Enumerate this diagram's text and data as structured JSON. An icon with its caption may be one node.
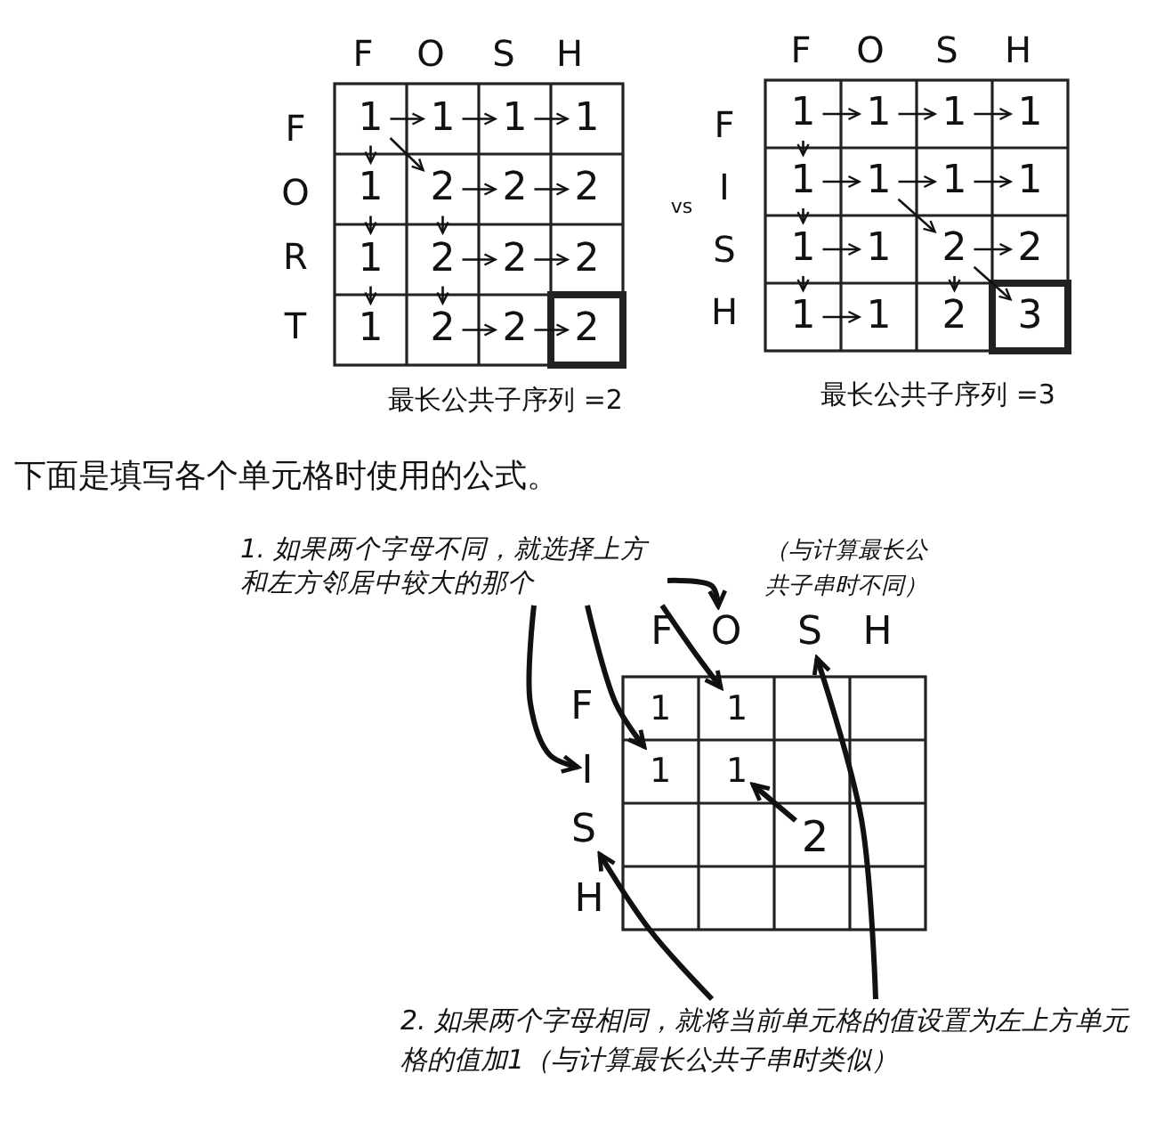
{
  "diagram": {
    "nodes": [
      {
        "text": [
          "1"
        ]
      },
      {
        "text": [
          "1"
        ]
      },
      {
        "text": [
          "1"
        ]
      },
      {
        "text": [
          "1"
        ]
      },
      {
        "text": [
          "1"
        ]
      },
      {
        "text": [
          "2"
        ]
      },
      {
        "text": [
          "2"
        ]
      },
      {
        "text": [
          "2"
        ]
      },
      {
        "text": [
          "1"
        ]
      },
      {
        "text": [
          "2"
        ]
      },
      {
        "text": [
          "2"
        ]
      },
      {
        "text": [
          "2"
        ]
      },
      {
        "text": [
          "1"
        ]
      },
      {
        "text": [
          "2"
        ]
      },
      {
        "text": [
          "2"
        ]
      },
      {
        "text": [
          "2"
        ]
      },
      {
        "text": [
          "1"
        ]
      },
      {
        "text": [
          "1"
        ]
      },
      {
        "text": [
          "1"
        ]
      },
      {
        "text": [
          "1"
        ]
      },
      {
        "text": [
          "1"
        ]
      },
      {
        "text": [
          "1"
        ]
      },
      {
        "text": [
          "1"
        ]
      },
      {
        "text": [
          "1"
        ]
      },
      {
        "text": [
          "1"
        ]
      },
      {
        "text": [
          "1"
        ]
      },
      {
        "text": [
          "2"
        ]
      },
      {
        "text": [
          "2"
        ]
      },
      {
        "text": [
          "1"
        ]
      },
      {
        "text": [
          "1"
        ]
      },
      {
        "text": [
          "2"
        ]
      },
      {
        "text": [
          "3"
        ]
      },
      {
        "text": [
          "1. 如果两个字母不同，就选择上方和左方邻居中较大的那个"
        ]
      },
      {
        "text": [
          "O"
        ]
      },
      {
        "text": [
          "S"
        ]
      },
      {
        "text": [
          "I"
        ]
      },
      {
        "text": [
          "S"
        ]
      },
      {
        "text": [
          "1"
        ]
      },
      {
        "text": [
          "1"
        ]
      },
      {
        "text": [
          "1"
        ]
      },
      {
        "text": [
          "1"
        ]
      },
      {
        "text": [
          "2"
        ]
      },
      {
        "text": [
          "2. 如果两个字母相同，就将当前单元格的值设置为左上方单元格的值加1（与计算最长公共子串时类似）"
        ]
      }
    ],
    "edges": [
      {
        "from": 0,
        "to": 1,
        "arrow": "to"
      },
      {
        "from": 1,
        "to": 2,
        "arrow": "to"
      },
      {
        "from": 2,
        "to": 3,
        "arrow": "to"
      },
      {
        "from": 0,
        "to": 4,
        "arrow": "to"
      },
      {
        "from": 0,
        "to": 5,
        "arrow": "to"
      },
      {
        "from": 5,
        "to": 6,
        "arrow": "to"
      },
      {
        "from": 6,
        "to": 7,
        "arrow": "to"
      },
      {
        "from": 4,
        "to": 8,
        "arrow": "to"
      },
      {
        "from": 5,
        "to": 9,
        "arrow": "to"
      },
      {
        "from": 9,
        "to": 10,
        "arrow": "to"
      },
      {
        "from": 10,
        "to": 11,
        "arrow": "to"
      },
      {
        "from": 8,
        "to": 12,
        "arrow": "to"
      },
      {
        "from": 9,
        "to": 13,
        "arrow": "to"
      },
      {
        "from": 13,
        "to": 14,
        "arrow": "to"
      },
      {
        "from": 14,
        "to": 15,
        "arrow": "to"
      },
      {
        "from": 16,
        "to": 17,
        "arrow": "to"
      },
      {
        "from": 17,
        "to": 18,
        "arrow": "to"
      },
      {
        "from": 18,
        "to": 19,
        "arrow": "to"
      },
      {
        "from": 16,
        "to": 20,
        "arrow": "to"
      },
      {
        "from": 20,
        "to": 21,
        "arrow": "to"
      },
      {
        "from": 21,
        "to": 22,
        "arrow": "to"
      },
      {
        "from": 22,
        "to": 23,
        "arrow": "to"
      },
      {
        "from": 20,
        "to": 24,
        "arrow": "to"
      },
      {
        "from": 24,
        "to": 25,
        "arrow": "to"
      },
      {
        "from": 21,
        "to": 26,
        "arrow": "to"
      },
      {
        "from": 26,
        "to": 27,
        "arrow": "to"
      },
      {
        "from": 24,
        "to": 28,
        "arrow": "to"
      },
      {
        "from": 28,
        "to": 29,
        "arrow": "to"
      },
      {
        "from": 26,
        "to": 30,
        "arrow": "to"
      },
      {
        "from": 26,
        "to": 31,
        "arrow": "to"
      },
      {
        "from": 32,
        "to": 33,
        "arrow": "to",
        "style": "thick"
      },
      {
        "from": 32,
        "to": 38,
        "arrow": "to",
        "style": "thick"
      },
      {
        "from": 32,
        "to": 35,
        "arrow": "to",
        "style": "thick"
      },
      {
        "from": 32,
        "to": 39,
        "arrow": "to",
        "style": "thick"
      },
      {
        "from": 41,
        "to": 40,
        "arrow": "to",
        "style": "thick"
      },
      {
        "from": 42,
        "to": 36,
        "arrow": "to",
        "style": "thick"
      },
      {
        "from": 42,
        "to": 34,
        "arrow": "to",
        "style": "thick"
      }
    ],
    "labels": [
      "F",
      "O",
      "S",
      "H",
      "F",
      "O",
      "R",
      "T",
      "vs",
      "F",
      "O",
      "S",
      "H",
      "F",
      "I",
      "S",
      "H",
      "最长公共子序列 =2",
      "最长公共子序列 =3",
      "下面是填写各个单元格时使用的公式。",
      "（与计算最长公共子串时不同）",
      "F",
      "H",
      "F",
      "H"
    ]
  }
}
